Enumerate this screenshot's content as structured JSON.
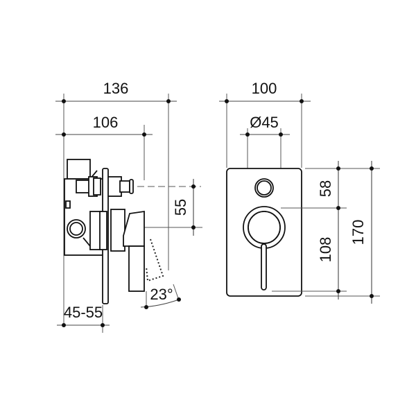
{
  "drawing": {
    "title": "Concealed shower mixer with diverter - dimensional drawing",
    "units": "mm",
    "line_color": "#111111",
    "background": "#ffffff"
  },
  "side_view": {
    "dimensions": {
      "overall_depth": "136",
      "body_to_outlet": "106",
      "outlet_to_handle_offset": "55",
      "wall_cavity_range": "45-55",
      "handle_rotation": "23°"
    }
  },
  "front_view": {
    "dimensions": {
      "plate_width": "100",
      "diverter_diameter": "Ø45",
      "top_to_handle_centre": "58",
      "handle_centre_to_bottom": "108",
      "plate_height": "170"
    }
  }
}
